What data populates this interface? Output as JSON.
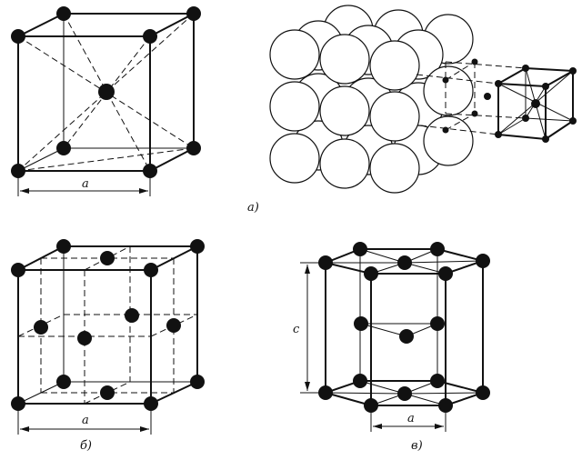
{
  "labels": {
    "bcc_lattice_param": "a",
    "caption_a": "а)",
    "fcc_lattice_param": "a",
    "caption_b": "б)",
    "hcp_lattice_param_a": "a",
    "hcp_lattice_param_c": "c",
    "caption_c": "в)"
  },
  "colors": {
    "ink": "#111111",
    "paper": "#ffffff"
  }
}
